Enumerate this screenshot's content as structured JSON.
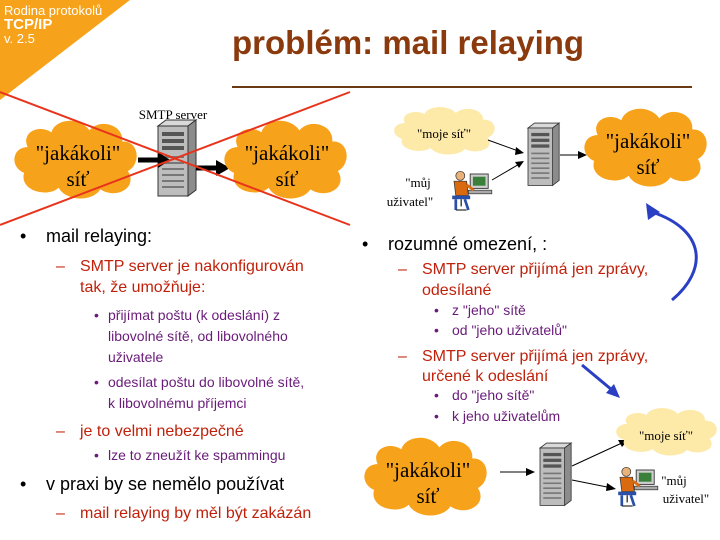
{
  "slide": {
    "course_line1": "Rodina protokolů",
    "course_line2": "TCP/IP",
    "course_line3": "v. 2.5",
    "title": "problém: mail relaying"
  },
  "diagram_left": {
    "server_label": "SMTP server",
    "cloud_left": [
      "\"jakákoli\"",
      "síť"
    ],
    "cloud_right": [
      "\"jakákoli\"",
      "síť"
    ]
  },
  "diagram_top_right": {
    "my_net": "\"moje síť\"",
    "my_user": [
      "\"můj",
      "uživatel\""
    ],
    "cloud": [
      "\"jakákoli\"",
      "síť"
    ]
  },
  "diagram_bottom_right": {
    "cloud": [
      "\"jakákoli\"",
      "síť"
    ],
    "my_net": "\"moje síť\"",
    "my_user": [
      "\"můj",
      "uživatel\""
    ]
  },
  "left_list": {
    "item1": "mail relaying:",
    "item1_sub1_l1": "SMTP server je nakonfigurován",
    "item1_sub1_l2": "tak, že umožňuje:",
    "item1_sub1_a_l1": "přijímat poštu (k odeslání) z",
    "item1_sub1_a_l2": "libovolné sítě, od libovolného",
    "item1_sub1_a_l3": "uživatele",
    "item1_sub1_b_l1": "odesílat poštu do libovolné sítě,",
    "item1_sub1_b_l2": "k libovolnému příjemci",
    "item1_sub2": "je to velmi nebezpečné",
    "item1_sub2_a": "lze to zneužít ke spammingu",
    "item2": "v praxi by se nemělo používat",
    "item2_sub1": "mail relaying by měl být zakázán"
  },
  "right_list": {
    "item1": "rozumné omezení, :",
    "sub1_l1": "SMTP server přijímá jen zprávy,",
    "sub1_l2": "odesílané",
    "sub1_a": "z \"jeho\" sítě",
    "sub1_b": "od \"jeho uživatelů\"",
    "sub2_l1": "SMTP server přijímá jen zprávy,",
    "sub2_l2": "určené k odeslání",
    "sub2_a": "do \"jeho sítě\"",
    "sub2_b": "k jeho uživatelům"
  },
  "colors": {
    "accent_orange": "#f7a21b",
    "cloud_fill": "#f7a21b",
    "pale_cloud_fill": "#fde9a8",
    "title_brown": "#8b3a0e",
    "cross_red": "#e8341c",
    "arrow_blue": "#2a3fc4",
    "sub_red": "#c0210b",
    "sub_purple": "#6a1b7a"
  },
  "icons": [
    "server-tower-icon",
    "user-at-computer-icon",
    "cloud-icon",
    "red-x-cross-icon",
    "curved-blue-arrow-icon"
  ]
}
